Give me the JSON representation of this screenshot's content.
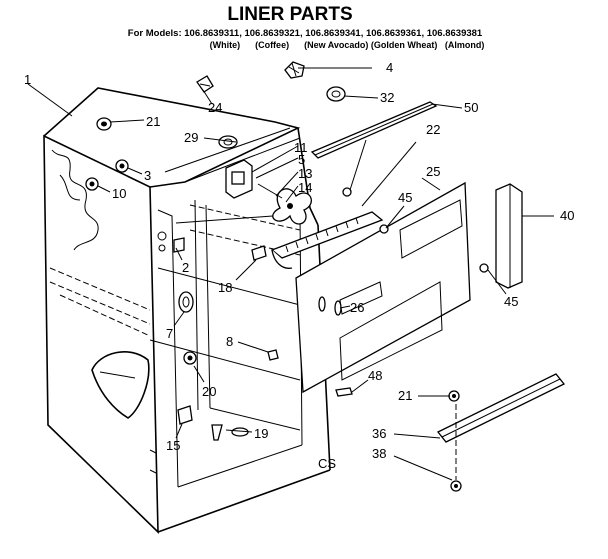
{
  "title": "LINER PARTS",
  "models_line": "For Models: 106.8639311, 106.8639321, 106.8639341, 106.8639361, 106.8639381",
  "colors_line": "(White)      (Coffee)      (New Avocado) (Golden Wheat)   (Almond)",
  "code": "CS",
  "callouts": [
    "1",
    "4",
    "24",
    "32",
    "50",
    "21",
    "22",
    "29",
    "11",
    "5",
    "3",
    "13",
    "14",
    "10",
    "25",
    "45",
    "40",
    "2",
    "18",
    "26",
    "45",
    "7",
    "8",
    "48",
    "20",
    "21",
    "36",
    "38",
    "15",
    "19"
  ]
}
